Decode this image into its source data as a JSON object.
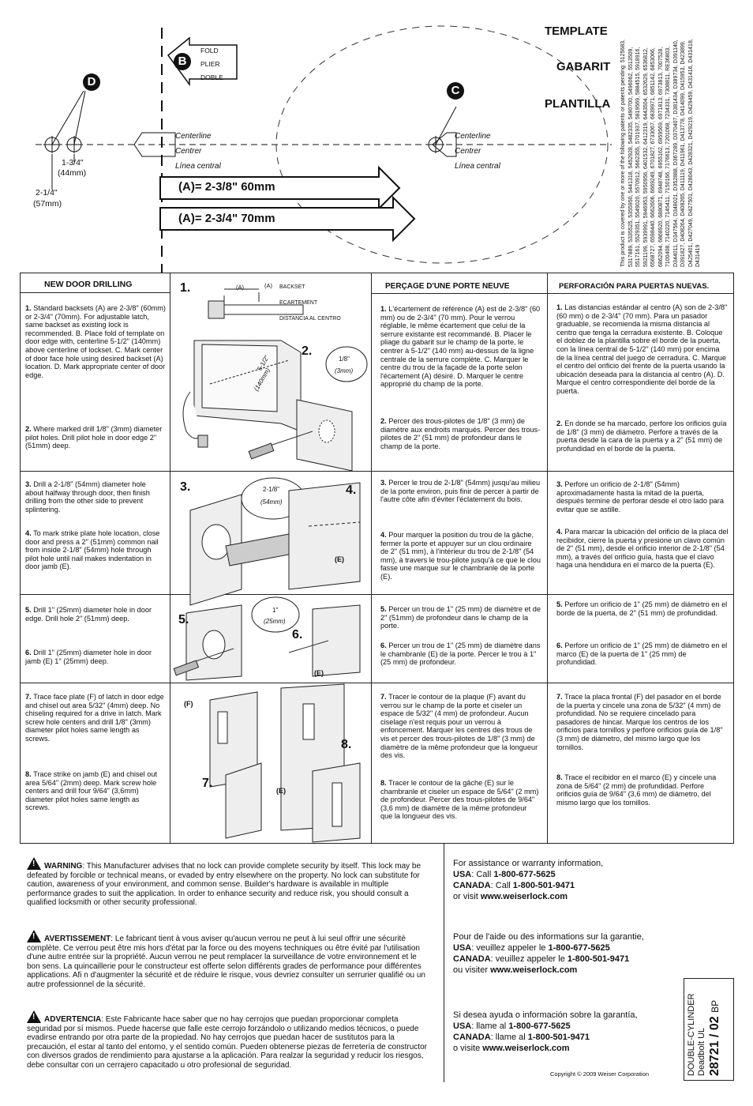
{
  "template": {
    "title_en": "TEMPLATE",
    "title_fr": "GABARIT",
    "title_es": "PLANTILLA",
    "fold_en": "FOLD",
    "fold_fr": "PLIER",
    "fold_es": "DOBLE",
    "marker_b": "B",
    "marker_c": "C",
    "marker_d": "D",
    "centerline_en": "Centerline",
    "centerline_fr": "Centrer",
    "centerline_es": "Línea central",
    "dim_1": "1-3/4\"",
    "dim_1_mm": "(44mm)",
    "dim_2": "2-1/4\"",
    "dim_2_mm": "(57mm)",
    "arrow_60": "(A)= 2-3/8\" 60mm",
    "arrow_70": "(A)= 2-3/4\" 70mm",
    "patents": "This product is covered by one or more of the following patents or patents pending: 5125683, 5317889, 5335525, 5355950, 5441318, 5452928, 5482335, 5490700, 5496062, 5513509, 5517161, 5529351, 5549020, 5570912, 5662355, 5701937, 5819569, 5884515, 5918916, 5921199, 5939991, 5946953, 5950956, 6401532, 6412319, 6443504, 6532629, 6536812, 6568727, 6598440, 6662606, 6669249, 6701827, 6733067, 6839971, 6851142, 6853066, 6862094, 6868920, 6880871, 6948748, 6955162, 6959569, 6971813, 6973813, 7007528, 7100408, 7140220, 7145411, 7150166, 7176613, 7201068, 7234331, 7308811, RE36803, D344011, D347564, D348021, D352888, D367289, D370407, D381434, D389734, D391140, D391827, D408264, D408265, D411119, D411961, D413778, D414099, D415953, D423899, D425401, D427049, D427501, D428043, D428321, D429219, D429459, D431416, D431418, D431419"
  },
  "steps": {
    "s1": "1.",
    "s2": "2.",
    "s3": "3.",
    "s4": "4.",
    "s5": "5.",
    "s6": "6.",
    "s7": "7.",
    "s8": "8."
  },
  "diagram_labels": {
    "a1": "(A)",
    "a2": "(A)",
    "backset": "BACKSET",
    "ecartement": "ECARTEMENT",
    "distancia": "DISTANCIA AL CENTRO",
    "d_5_1_2": "5-1/2\"",
    "d_140mm": "(140mm)",
    "d_1_8": "1/8\"",
    "d_3mm": "(3mm)",
    "d_2_1_8": "2-1/8\"",
    "d_54mm": "(54mm)",
    "e1": "(E)",
    "d_1in": "1\"",
    "d_25mm": "(25mm)",
    "e2": "(E)",
    "f": "(F)",
    "e3": "(E)"
  },
  "headers": {
    "en": "NEW DOOR DRILLING",
    "fr": "PERÇAGE D'UNE PORTE NEUVE",
    "es": "PERFORACIÓN  PARA  PUERTAS  NUEVAS."
  },
  "en": {
    "p1": "Standard backsets (A) are 2-3/8\" (60mm) or 2-3/4\" (70mm). For adjustable latch, same backset as existing lock is recommended. B. Place fold of template on door edge with, centerline 5-1/2\" (140mm) above centerline of lockset.  C. Mark center of door face hole using desired backset (A) location. D. Mark appropriate center of door edge.",
    "p2": "Where marked drill 1/8\" (3mm) diameter pilot holes. Drill pilot hole in door edge 2\" (51mm) deep.",
    "p3": "Drill a 2-1/8\" (54mm) diameter hole about halfway through door, then finish drilling from the other side to prevent splintering.",
    "p4": "To mark strike plate hole location, close door and press a 2\" (51mm) common nail from inside 2-1/8\" (54mm) hole through pilot hole until nail makes indentation in door jamb (E).",
    "p5": "Drill 1\" (25mm) diameter hole in door edge.  Drill hole 2\" (51mm) deep.",
    "p6": "Drill 1\" (25mm) diameter hole in door jamb (E) 1\" (25mm) deep.",
    "p7": "Trace face plate (F) of latch in door edge and chisel out area 5/32\" (4mm) deep.  No chiseling required for a drive in latch. Mark screw hole centers and drill 1/8\" (3mm) diameter pilot holes same length as screws.",
    "p8": "Trace strike on jamb (E) and chisel out area 5/64\" (2mm) deep. Mark screw hole centers and drill four 9/64\" (3,6mm) diameter pilot holes same length as screws."
  },
  "fr": {
    "p1": "L'écartement de référence (A) est de 2-3/8\" (60 mm) ou de 2-3/4\" (70 mm). Pour le verrou réglable, le même écartement que celui de la serrure existante est recommandé. B. Placer le pliage du gabarit sur le champ de la porte, le centrer à 5-1/2\" (140 mm) au-dessus de la ligne centrale de la serrure complète. C. Marquer le centre du trou de la façade de la porte selon l'écartement (A) désiré. D.  Marquer le centre approprié du champ de la porte.",
    "p2": "Percer des trous-pilotes de 1/8\" (3 mm) de diamètre aux endroits marqués.  Percer des trous-pilotes de 2\" (51 mm) de profondeur dans le champ de la porte.",
    "p3": "Percer le trou de 2-1/8\" (54mm) jusqu'au milieu de la porte environ, puis finir de percer à partir de l'autre côte afin d'éviter l'éclatement du bois.",
    "p4": "Pour marquer la position du trou de la gâche, fermer la porte et appuyer sur un clou ordinaire de 2\" (51 mm), à l'intérieur du trou de 2-1/8\" (54 mm), à travers le trou-pilote jusqu'à ce que le clou fasse une marque sur le chambranle de la porte (E).",
    "p5": "Percer un trou de 1\" (25 mm) de diamètre et de 2\" (51mm) de profondeur dans le champ de la porte.",
    "p6": "Percer un trou de 1\" (25 mm) de diamètre dans le chambranle (E) de la porte. Percer le trou à 1\" (25 mm) de profondeur.",
    "p7": "Tracer le contour de la plaque (F) avant du verrou sur le champ de la porte et ciseler un espace de 5/32\" (4 mm) de profondeur. Aucun ciselage n'est requis pour un verrou à enfoncement. Marquer les centres des trous de vis et percer des trous-pilotes de 1/8\" (3 mm) de diamètre de la même profondeur que la longueur des vis.",
    "p8": "Tracer le contour de la gâche (E) sur le chambranle et ciseler un espace de 5/64\" (2 mm) de profondeur. Percer des trous-pilotes de  9/64\" (3,6 mm) de diamètre de la même profondeur que la longueur des vis."
  },
  "es": {
    "p1": "Las distancias estándar al centro (A) son de 2-3/8\" (60 mm) o de 2-3/4\" (70 mm). Para un pasador graduable, se recomienda la misma distancia al centro que tenga la cerradura existente.  B.  Coloque el doblez de la plantilla sobre el borde de la puerta, con la línea central de 5-1/2\" (140 mm) por encima de la línea central del juego de cerradura. C.  Marque el centro del orificio del frente de la puerta usando la ubicación deseada para la distancia al centro (A).  D.  Marque el centro correspondiente del borde de la puerta.",
    "p2": "En donde se ha marcado, perfore los orificios guía de 1/8\" (3 mm) de diámetro.  Perfore a través de la puerta desde la cara de la puerta y a 2\" (51 mm) de profundidad en el borde de la puerta.",
    "p3": "Perfore un orificio de 2-1/8\" (54mm) aproximadamente hasta la mitad de la puerta, después termine de perforar desde el otro lado para evitar que se astille.",
    "p4": "Para marcar la ubicación del orificio de la placa del recibidor, cierre la puerta y presione un clavo común de 2\" (51 mm), desde el orificio interior de 2-1/8\" (54 mm), a través del orificio guía, hasta que el clavo haga una hendidura en el marco de la puerta (E).",
    "p5": "Perfore un orificio de 1\" (25 mm) de diámetro en el borde de la puerta, de 2\" (51 mm) de profundidad.",
    "p6": "Perfore un orificio de 1\" (25 mm) de diámetro en el marco (E) de la puerta de 1\" (25 mm) de profundidad.",
    "p7": "Trace la placa frontal (F) del pasador en el borde de la puerta y cincele una zona de 5/32\" (4 mm) de profundidad. No se requiere cincelado para pasadores de hincar.  Marque los centros de los orificios para tornillos y perfore orificios guía de 1/8\" (3 mm) de diámetro, del mismo largo que los tornillos.",
    "p8": "Trace el recibidor en el marco (E) y cincele una zona de 5/64\" (2 mm) de profundidad. Perfore orificios guía de 9/64\" (3,6 mm) de diámetro, del mismo largo que los tornillos."
  },
  "warnings": {
    "en_title": "WARNING",
    "en_text": ": This Manufacturer advises that no lock can provide complete security by itself. This lock may be defeated by forcible or technical means, or evaded by entry elsewhere on the property. No lock can substitute for caution, awareness of your environment, and common sense. Builder's hardware is available in multiple performance grades to suit the application. In order to enhance security and reduce risk, you should consult a qualified locksmith or other security professional.",
    "fr_title": "AVERTISSEMENT",
    "fr_text": ": Le fabricant tient à vous aviser qu'aucun verrou ne peut à lui seul offrir une sécurité complète. Ce verrou peut être mis hors d'état par la force ou des moyens techniques ou être évité par l'utilisation d'une autre entrée sur la propriété. Aucun verrou ne peut remplacer la surveillance de votre environnement et le bon sens. La quincaillerie pour le constructeur est offerte selon différents grades de performance pour différentes applications. Afi n d'augmenter la sécurité et de réduire le risque, vous devriez consulter un serrurier qualifié ou un autre professionnel de la sécurité.",
    "es_title": "ADVERTENCIA",
    "es_text": ": Este Fabricante hace saber que no hay cerrojos que puedan proporcionar completa seguridad por sí mismos.  Puede hacerse que falle este cerrojo forzándolo o utilizando medios técnicos, o puede evadirse entrando por otra parte de la propiedad.  No hay cerrojos que puedan hacer de sustitutos para la precaución, el estar al tanto del entorno, y el sentido común.  Pueden obtenerse piezas de ferretería de constructor con diversos grados de rendimiento para ajustarse a la aplicación.  Para realzar la seguridad y reducir los riesgos, debe consultar con un cerrajero capacitado u otro profesional de seguridad."
  },
  "contact": {
    "en_intro": "For assistance or warranty information,",
    "en_usa_l": "USA",
    "en_usa_t": ": Call ",
    "usa_phone": "1-800-677-5625",
    "en_can_l": "CANADA",
    "en_can_t": ": Call ",
    "can_phone": "1-800-501-9471",
    "en_visit": "or visit ",
    "web": "www.weiserlock.com",
    "fr_intro": "Pour de l'aide ou des informations sur la garantie,",
    "fr_usa_t": ": veuillez appeler le ",
    "fr_can_t": ": veuillez appeler le ",
    "fr_visit": "ou visiter ",
    "es_intro": "Si desea ayuda o información sobre la garantía,",
    "es_usa_t": ": llame al ",
    "es_can_t": ": llame al ",
    "es_visit": "o visite ",
    "copyright": "Copyright © 2009 Weiser Corporation"
  },
  "product": {
    "line1": "DOUBLE-CYLINDER",
    "line2": "Deadbolt  UL",
    "code": "28721 / 02",
    "suffix": "BP"
  }
}
